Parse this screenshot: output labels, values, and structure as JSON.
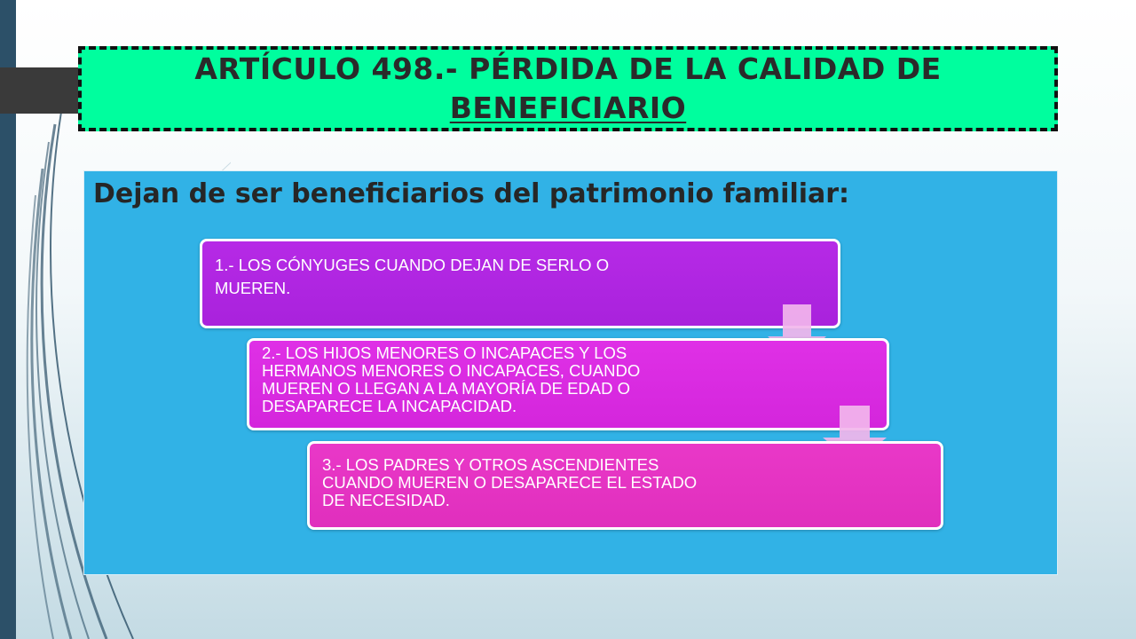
{
  "header": {
    "title_line1": "ARTÍCULO 498.- PÉRDIDA DE LA CALIDAD DE",
    "title_line2": "BENEFICIARIO"
  },
  "content": {
    "subtitle": "Dejan de ser beneficiarios del patrimonio familiar:",
    "steps": [
      {
        "lines": [
          "1.- LOS CÓNYUGES CUANDO DEJAN DE SERLO O",
          "MUEREN."
        ]
      },
      {
        "lines": [
          "2.- LOS HIJOS MENORES O INCAPACES Y LOS",
          "HERMANOS MENORES O INCAPACES, CUANDO",
          "MUEREN O LLEGAN A LA MAYORÍA DE EDAD O",
          "DESAPARECE LA INCAPACIDAD."
        ]
      },
      {
        "lines": [
          "3.- LOS PADRES Y OTROS ASCENDIENTES",
          "CUANDO MUEREN O DESAPARECE EL ESTADO",
          "DE NECESIDAD."
        ]
      }
    ]
  },
  "colors": {
    "title_background": "#00fe9e",
    "panel_background": "#31b2e6",
    "step1": "#b12ae2",
    "step2": "#da2ce2",
    "step3": "#e636c4",
    "connector_arrow": "#f2b6ec"
  }
}
